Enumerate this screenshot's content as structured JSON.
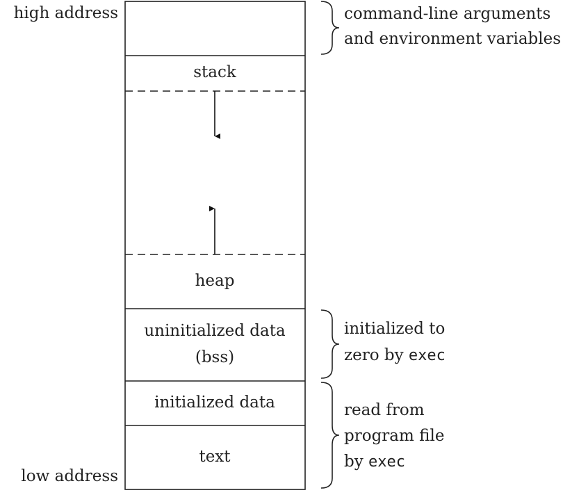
{
  "address_labels": {
    "high": "high address",
    "low": "low address"
  },
  "segments": {
    "stack": "stack",
    "heap": "heap",
    "bss_line1": "uninitialized data",
    "bss_line2": "(bss)",
    "data": "initialized data",
    "text": "text"
  },
  "annotations": {
    "args": {
      "line1": "command-line arguments",
      "line2": "and environment variables"
    },
    "zero": {
      "line1": "initialized to",
      "line2_prefix": "zero by ",
      "line2_code": "exec"
    },
    "read": {
      "line1": "read from",
      "line2": "program file",
      "line3_prefix": "by ",
      "line3_code": "exec"
    }
  },
  "arrows": {
    "stack_growth": "down",
    "heap_growth": "up"
  }
}
